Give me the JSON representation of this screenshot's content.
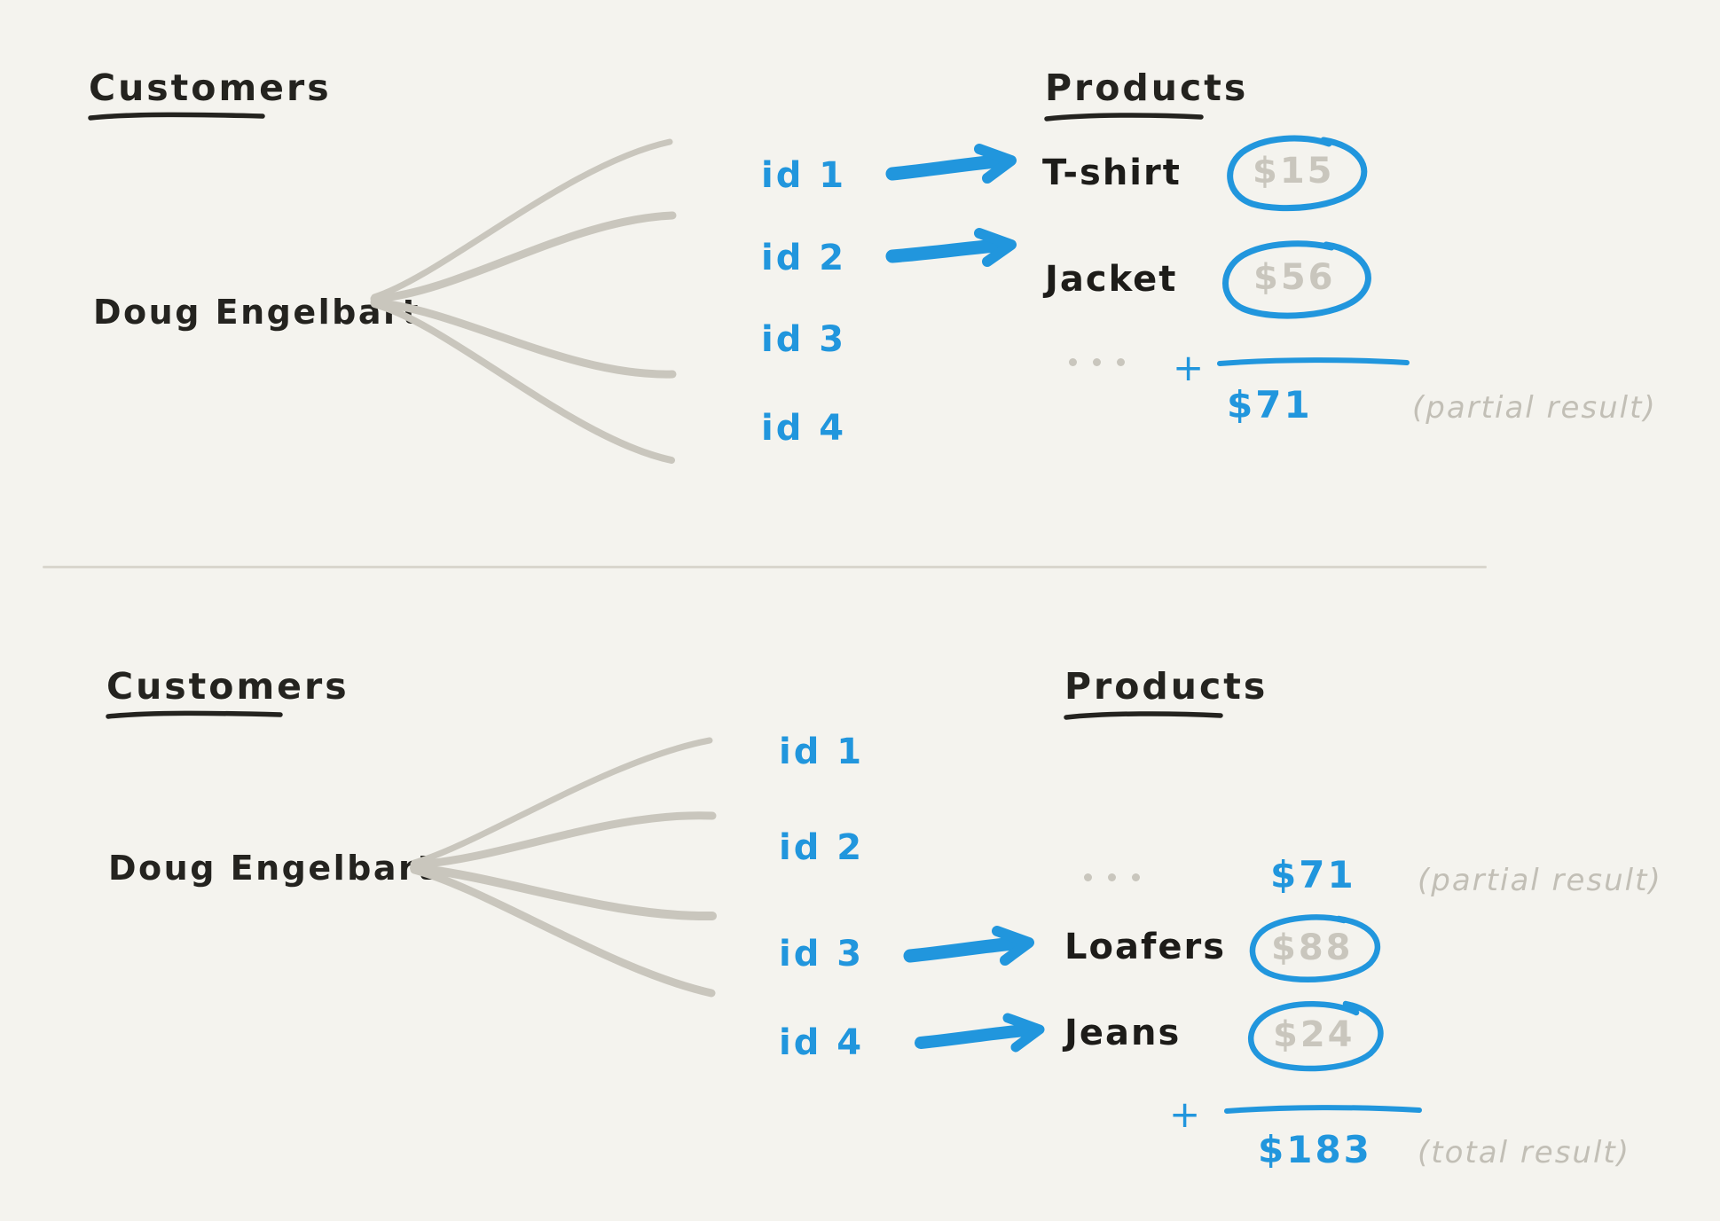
{
  "page": {
    "background_color": "#f4f3ee",
    "accent_blue": "#2196dd",
    "ink_black": "#24231f",
    "muted_gray": "#c9c6bd"
  },
  "panels": [
    {
      "id": "top-panel",
      "customers_heading": "Customers",
      "products_heading": "Products",
      "customer_name": "Doug Engelbart",
      "ids": [
        "id 1",
        "id 2",
        "id 3",
        "id 4"
      ],
      "arrows": [
        {
          "from_id": "id 1",
          "to_product": "T-shirt"
        },
        {
          "from_id": "id 2",
          "to_product": "Jacket"
        }
      ],
      "rows": [
        {
          "product": "T-shirt",
          "price": "$15",
          "circled": true
        },
        {
          "product": "Jacket",
          "price": "$56",
          "circled": true
        }
      ],
      "ellipsis": "...",
      "plus_symbol": "+",
      "sum_value": "$71",
      "sum_note": "(partial result)"
    },
    {
      "id": "bottom-panel",
      "customers_heading": "Customers",
      "products_heading": "Products",
      "customer_name": "Doug Engelbart",
      "ids": [
        "id 1",
        "id 2",
        "id 3",
        "id 4"
      ],
      "arrows": [
        {
          "from_id": "id 3",
          "to_product": "Loafers"
        },
        {
          "from_id": "id 4",
          "to_product": "Jeans"
        }
      ],
      "carried_value": "$71",
      "carried_note": "(partial result)",
      "ellipsis": "...",
      "rows": [
        {
          "product": "Loafers",
          "price": "$88",
          "circled": true
        },
        {
          "product": "Jeans",
          "price": "$24",
          "circled": true
        }
      ],
      "plus_symbol": "+",
      "sum_value": "$183",
      "sum_note": "(total result)"
    }
  ]
}
